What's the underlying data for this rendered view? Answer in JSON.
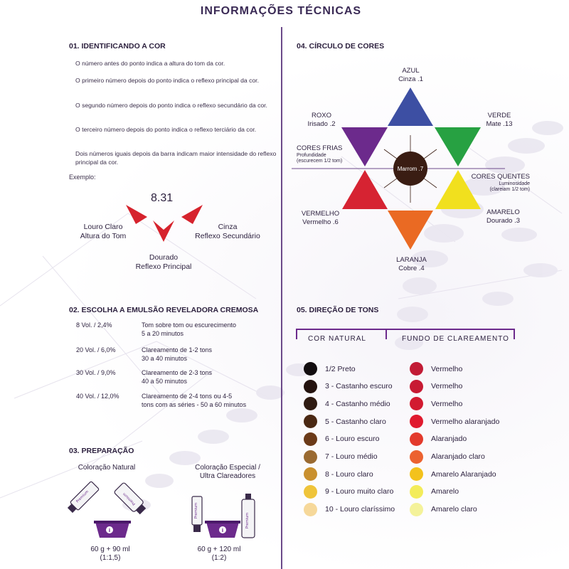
{
  "title": "INFORMAÇÕES TÉCNICAS",
  "section1": {
    "title": "01. IDENTIFICANDO A COR",
    "paragraphs": [
      "O número antes do ponto indica a altura do tom da cor.",
      "O primeiro número depois do ponto indica o reflexo principal da cor.",
      "O segundo número depois do ponto indica o reflexo secundário da cor.",
      "O terceiro número depois do ponto indica o reflexo terciário da cor.",
      "Dois números iguais depois da barra indicam maior intensidade do reflexo principal da cor."
    ],
    "example_label": "Exemplo:",
    "example_code": "8.31",
    "left_label": [
      "Louro Claro",
      "Altura do Tom"
    ],
    "right_label": [
      "Cinza",
      "Reflexo Secundário"
    ],
    "bottom_label": [
      "Dourado",
      "Reflexo Principal"
    ],
    "arrow_color": "#d6232d"
  },
  "section2": {
    "title": "02. ESCOLHA A EMULSÃO REVELADORA CREMOSA",
    "rows": [
      {
        "vol": "8 Vol. / 2,4%",
        "desc": [
          "Tom sobre tom ou escurecimento",
          "5 a 20 minutos"
        ]
      },
      {
        "vol": "20 Vol. / 6,0%",
        "desc": [
          "Clareamento de 1-2 tons",
          "30 a 40 minutos"
        ]
      },
      {
        "vol": "30 Vol. / 9,0%",
        "desc": [
          "Clareamento de 2-3 tons",
          "40 a 50 minutos"
        ]
      },
      {
        "vol": "40 Vol. / 12,0%",
        "desc": [
          "Clareamento de 2-4 tons ou 4-5",
          "tons com as séries - 50 a 60 minutos"
        ]
      }
    ]
  },
  "section3": {
    "title": "03. PREPARAÇÃO",
    "natural": {
      "label": "Coloração Natural",
      "qty": "60 g + 90 ml",
      "ratio": "(1:1,5)"
    },
    "special": {
      "label": [
        "Coloração Especial /",
        "Ultra Clareadores"
      ],
      "qty": "60 g + 120 ml",
      "ratio": "(1:2)"
    }
  },
  "section4": {
    "title": "04. CÍRCULO DE CORES",
    "center": "Marrom .7",
    "labels": {
      "azul": [
        "AZUL",
        "Cinza .1"
      ],
      "verde": [
        "VERDE",
        "Mate .13"
      ],
      "roxo": [
        "ROXO",
        "Irisado .2"
      ],
      "amarelo": [
        "AMARELO",
        "Dourado .3"
      ],
      "vermelho": [
        "VERMELHO",
        "Vermelho .6"
      ],
      "laranja": [
        "LARANJA",
        "Cobre .4"
      ],
      "frias": [
        "CORES FRIAS",
        "Profundidade",
        "(escurecem 1/2 tom)"
      ],
      "quentes": [
        "CORES QUENTES",
        "Luminosidade",
        "(clareiam 1/2 tom)"
      ]
    },
    "colors": {
      "azul": "#3d4fa3",
      "verde": "#27a142",
      "roxo": "#6c2a8c",
      "amarelo": "#f1e01e",
      "vermelho": "#d62332",
      "laranja": "#ea6a23",
      "centro": "#3a1d13"
    }
  },
  "section5": {
    "title": "05. DIREÇÃO DE TONS",
    "header_left": "COR NATURAL",
    "header_right": "FUNDO DE CLAREAMENTO",
    "natural": [
      {
        "label": "1/2 Preto",
        "color": "#120d0f"
      },
      {
        "label": "3 - Castanho escuro",
        "color": "#24130f"
      },
      {
        "label": "4 - Castanho médio",
        "color": "#2f1b12"
      },
      {
        "label": "5 - Castanho claro",
        "color": "#4a2813"
      },
      {
        "label": "6 - Louro escuro",
        "color": "#6b3a18"
      },
      {
        "label": "7 - Louro médio",
        "color": "#9a6a31"
      },
      {
        "label": "8 - Louro claro",
        "color": "#c9902e"
      },
      {
        "label": "9 - Louro muito claro",
        "color": "#efc43a"
      },
      {
        "label": "10 - Louro claríssimo",
        "color": "#f6d89a"
      }
    ],
    "lightening": [
      {
        "label": "Vermelho",
        "color": "#c21b35"
      },
      {
        "label": "Vermelho",
        "color": "#c71a33"
      },
      {
        "label": "Vermelho",
        "color": "#d21a30"
      },
      {
        "label": "Vermelho alaranjado",
        "color": "#e01a2e"
      },
      {
        "label": "Alaranjado",
        "color": "#e33a2c"
      },
      {
        "label": "Alaranjado claro",
        "color": "#ec6230"
      },
      {
        "label": "Amarelo Alaranjado",
        "color": "#f3c21c"
      },
      {
        "label": "Amarelo",
        "color": "#f3ec5a"
      },
      {
        "label": "Amarelo claro",
        "color": "#f4f29a"
      }
    ]
  },
  "brand_text": "Premium"
}
